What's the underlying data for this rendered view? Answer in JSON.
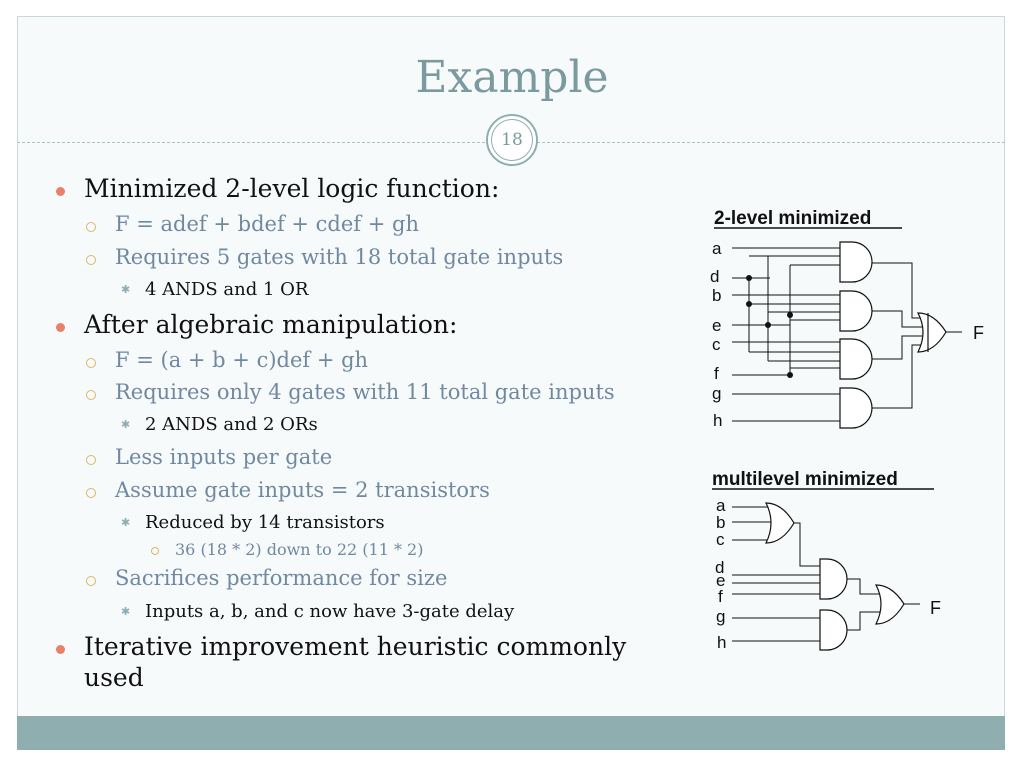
{
  "slide": {
    "title": "Example",
    "page_number": "18"
  },
  "bullets": [
    {
      "level": 1,
      "text": "Minimized 2-level logic function:"
    },
    {
      "level": 2,
      "text": "F = adef + bdef + cdef + gh"
    },
    {
      "level": 2,
      "text": "Requires 5 gates with 18 total gate inputs"
    },
    {
      "level": 3,
      "text": "4 ANDS and 1 OR"
    },
    {
      "level": 1,
      "text": "After algebraic manipulation:"
    },
    {
      "level": 2,
      "text": "F = (a + b + c)def + gh"
    },
    {
      "level": 2,
      "text": "Requires only 4 gates with 11 total gate inputs"
    },
    {
      "level": 3,
      "text": "2 ANDS and 2 ORs"
    },
    {
      "level": 2,
      "text": "Less inputs per gate"
    },
    {
      "level": 2,
      "text": "Assume gate inputs = 2 transistors"
    },
    {
      "level": 3,
      "text": "Reduced by 14 transistors"
    },
    {
      "level": 4,
      "text": "36 (18 * 2) down to 22 (11 * 2)"
    },
    {
      "level": 2,
      "text": "Sacrifices performance for size"
    },
    {
      "level": 3,
      "text": "Inputs a, b, and c now have 3-gate delay"
    },
    {
      "level": 1,
      "text": "Iterative improvement heuristic commonly"
    },
    {
      "level": 1,
      "text": "used"
    }
  ],
  "diagram_two_level": {
    "caption": "2-level minimized",
    "inputs": [
      "a",
      "d",
      "b",
      "e",
      "c",
      "f",
      "g",
      "h"
    ],
    "output": "F"
  },
  "diagram_multilevel": {
    "caption": "multilevel minimized",
    "inputs": [
      "a",
      "b",
      "c",
      "d",
      "e",
      "f",
      "g",
      "h"
    ],
    "output": "F"
  },
  "colors": {
    "title": "#7a9aa0",
    "accent": "#8eaeb0",
    "level1_bullet": "#e8806a",
    "level2_text": "#7088a0"
  }
}
